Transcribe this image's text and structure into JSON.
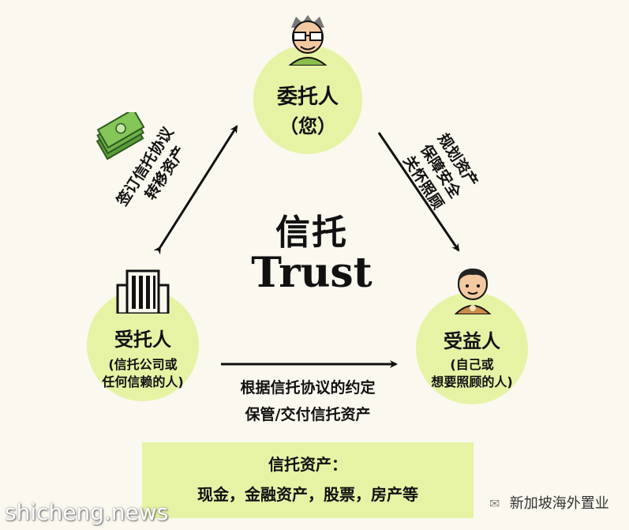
{
  "settlor": {
    "title": "委托人",
    "subtitle": "（您）"
  },
  "trustee": {
    "title": "受托人",
    "subtitle_line1": "(信托公司或",
    "subtitle_line2": "任何信赖的人)"
  },
  "beneficiary": {
    "title": "受益人",
    "subtitle_line1": "(自己或",
    "subtitle_line2": "想要照顾的人)"
  },
  "center": {
    "title_cn": "信托",
    "title_en": "Trust"
  },
  "left_edge": {
    "line1": "签订信托协议",
    "line2": "转移资产"
  },
  "right_edge": {
    "line1": "规划资产",
    "line2": "保障安全",
    "line3": "关怀照顾"
  },
  "bottom_edge": {
    "line1": "根据信托协议的约定",
    "line2": "保管/交付信托资产"
  },
  "assets": {
    "title": "信托资产：",
    "items": "现金，金融资产，股票，房产等"
  },
  "watermark": {
    "site": "shicheng.news",
    "account": "新加坡海外置业"
  },
  "colors": {
    "background": "#fbf8ef",
    "node_fill": "#e6f3a5",
    "text": "#111111"
  }
}
